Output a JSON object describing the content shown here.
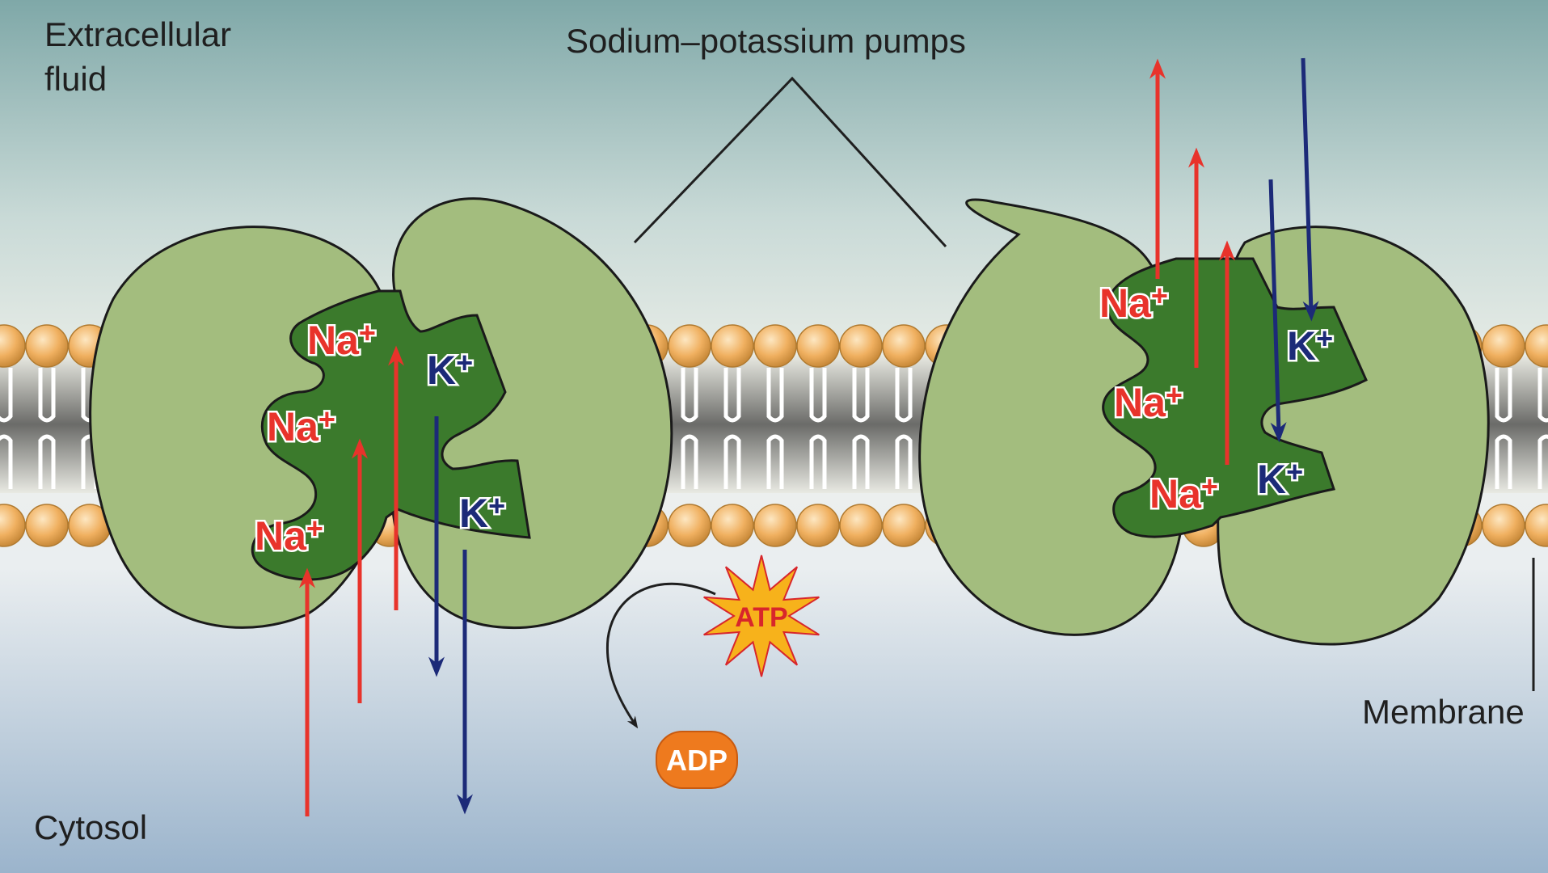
{
  "labels": {
    "extracellular_line1": "Extracellular",
    "extracellular_line2": "fluid",
    "pumps_title": "Sodium–potassium pumps",
    "cytosol": "Cytosol",
    "membrane": "Membrane",
    "atp": "ATP",
    "adp": "ADP"
  },
  "ions": {
    "sodium": "Na",
    "potassium": "K",
    "charge": "+"
  },
  "colors": {
    "protein_light": "#a3bd7e",
    "protein_dark": "#3b7a2c",
    "sodium_arrow": "#e8332b",
    "potassium_arrow": "#1c2a78",
    "lipid_head": "#f0b060",
    "atp_star": "#f7b21b",
    "adp_badge": "#ee7a1e"
  }
}
